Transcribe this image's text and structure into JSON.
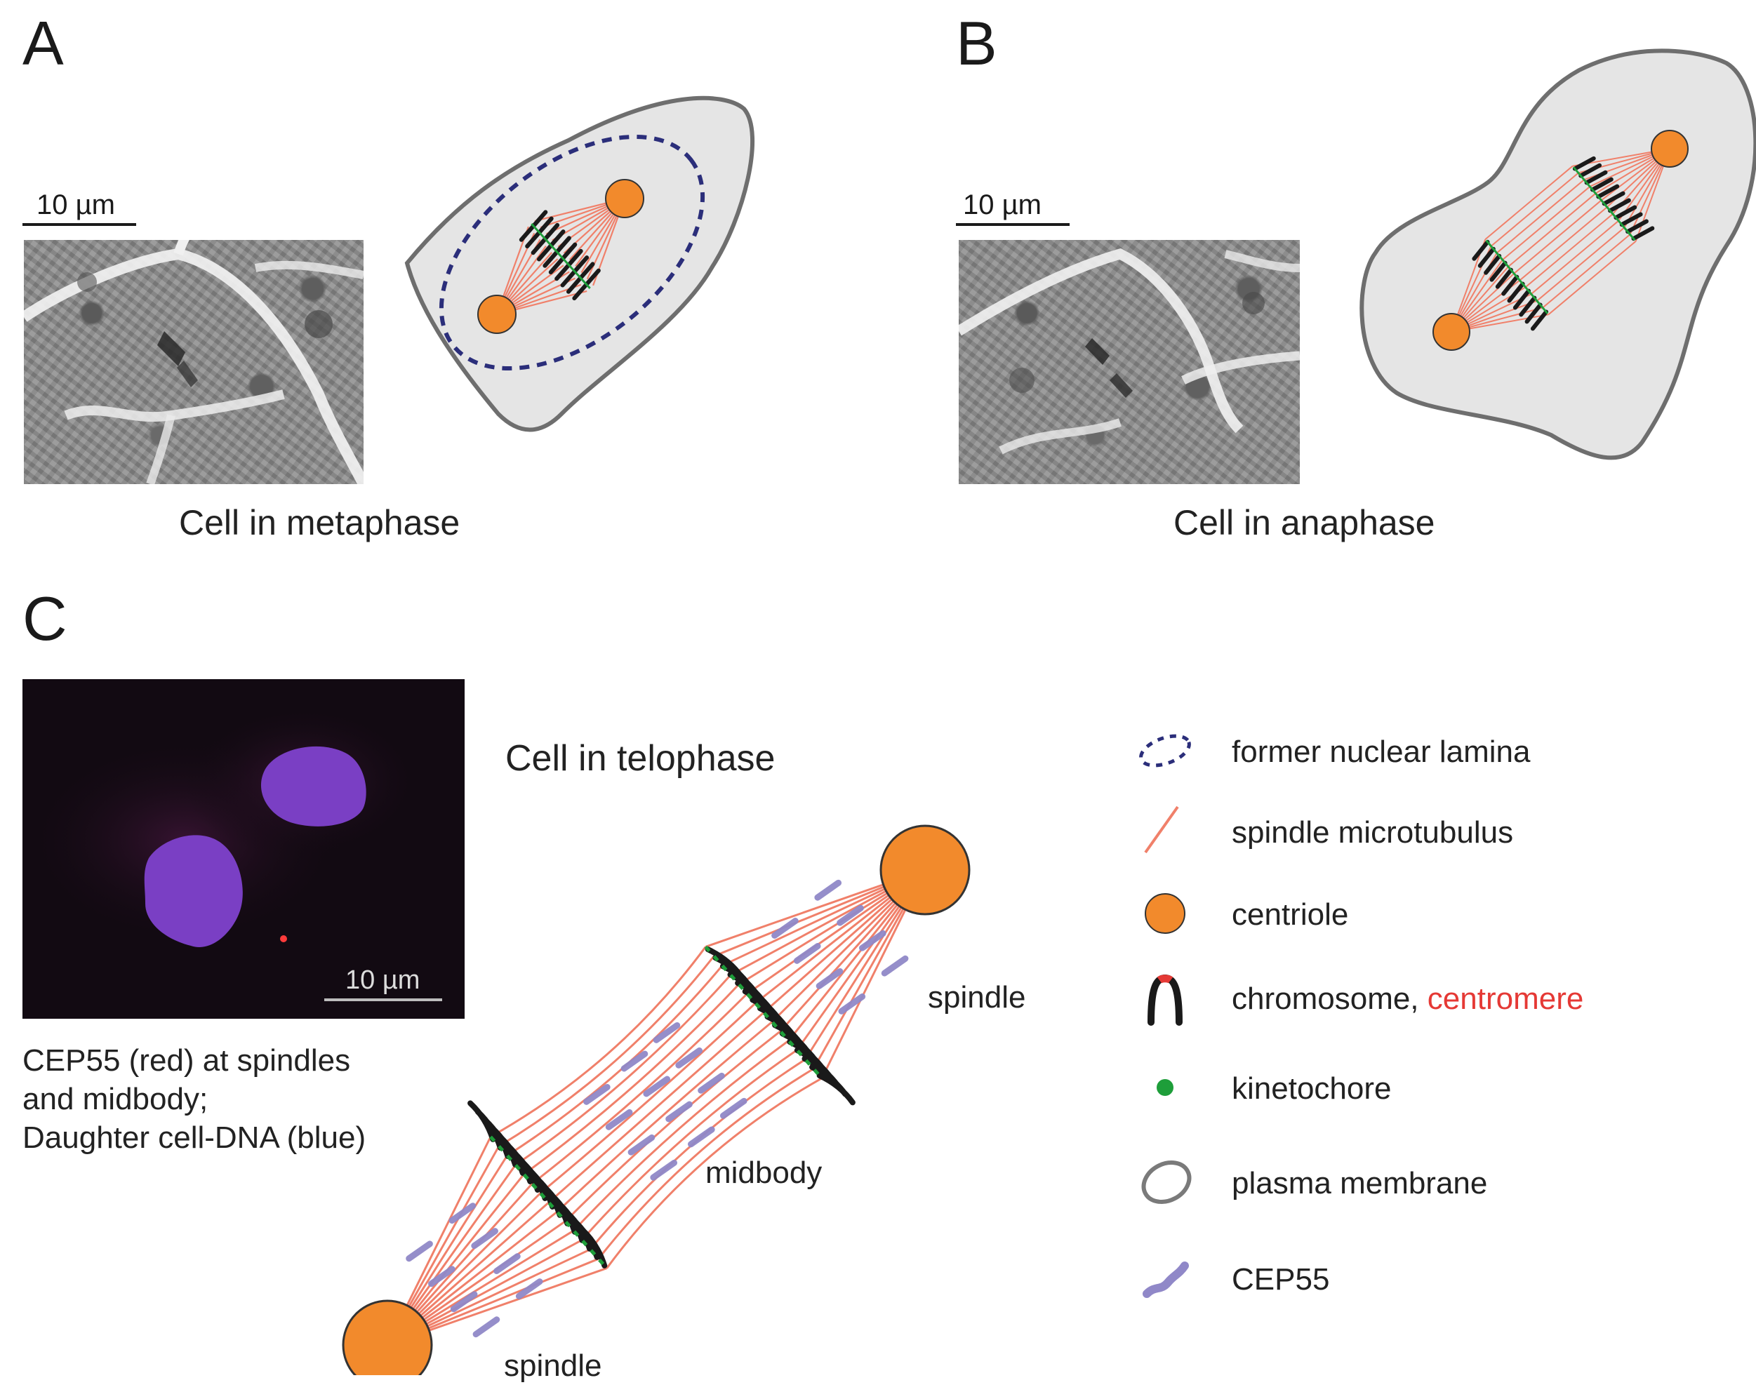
{
  "panels": {
    "a": {
      "letter": "A",
      "scale_label": "10 µm",
      "caption": "Cell in metaphase"
    },
    "b": {
      "letter": "B",
      "scale_label": "10 µm",
      "caption": "Cell in anaphase"
    },
    "c": {
      "letter": "C",
      "scale_label": "10 µm",
      "title": "Cell in telophase",
      "micrograph_caption": {
        "line1": "CEP55 (red) at spindles",
        "line2": "and midbody;",
        "line3": "Daughter cell-DNA (blue)"
      },
      "labels": {
        "spindle_top": "spindle",
        "spindle_bottom": "spindle",
        "midbody": "midbody"
      }
    }
  },
  "legend": [
    {
      "icon": "former-nuclear-lamina-icon",
      "label": "former nuclear lamina"
    },
    {
      "icon": "spindle-microtubulus-icon",
      "label": "spindle microtubulus"
    },
    {
      "icon": "centriole-icon",
      "label": "centriole"
    },
    {
      "icon": "chromosome-icon",
      "label": "chromosome,",
      "label_extra": "centromere"
    },
    {
      "icon": "kinetochore-icon",
      "label": "kinetochore"
    },
    {
      "icon": "plasma-membrane-icon",
      "label": "plasma membrane"
    },
    {
      "icon": "cep55-icon",
      "label": "CEP55"
    }
  ],
  "colors": {
    "centriole": "#f28a2c",
    "microtubule": "#f0806a",
    "chromosome": "#1a1a1a",
    "centromere": "#e53935",
    "kinetochore": "#1e9e3a",
    "cep55": "#9088c8",
    "lamina": "#2b2e7a",
    "membrane_fill": "#e5e5e5",
    "membrane_stroke": "#6e6e6e",
    "dna_blue": "#7a3fc4",
    "fluor_background": "#120a12"
  }
}
